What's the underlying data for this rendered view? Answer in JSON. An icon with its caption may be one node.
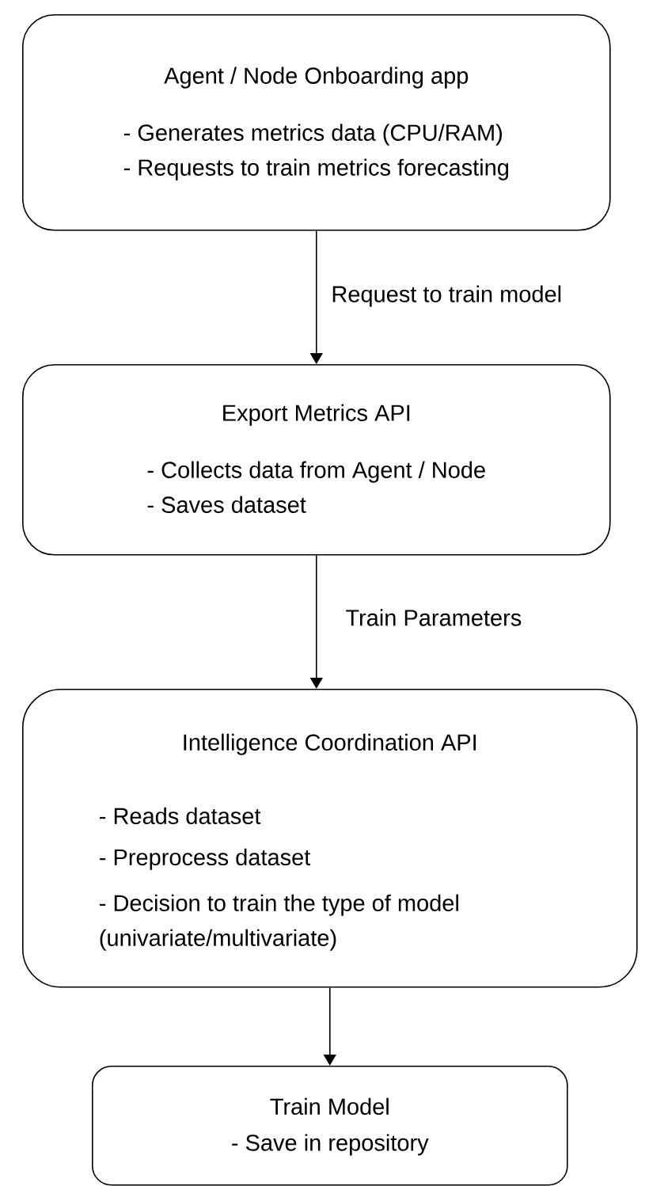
{
  "diagram": {
    "nodes": [
      {
        "text": [
          "Agent / Node Onboarding app",
          "- Generates metrics data (CPU/RAM)",
          "- Requests to train metrics forecasting"
        ]
      },
      {
        "text": [
          "Export Metrics API",
          "- Collects data from Agent / Node",
          "- Saves dataset"
        ]
      },
      {
        "text": [
          "Intelligence Coordination API",
          "- Reads dataset",
          "- Preprocess dataset",
          "- Decision to train the type of model (univariate/multivariate)"
        ]
      },
      {
        "text": [
          "Train Model",
          "- Save in repository"
        ]
      }
    ],
    "edges": [
      {
        "from": 0,
        "to": 1,
        "arrow": "to",
        "label": "Request to train model"
      },
      {
        "from": 1,
        "to": 2,
        "arrow": "to",
        "label": "Train Parameters"
      },
      {
        "from": 2,
        "to": 3,
        "arrow": "to"
      }
    ]
  }
}
